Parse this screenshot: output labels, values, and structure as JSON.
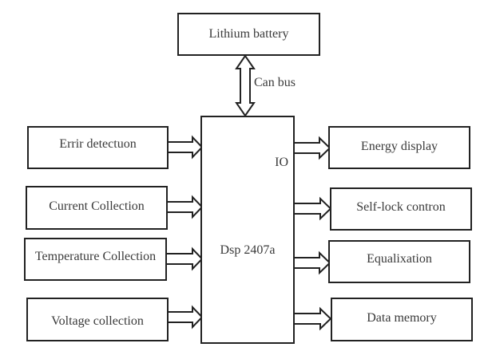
{
  "diagram": {
    "top_node": {
      "id": "lithium-battery",
      "label": "Lithium battery"
    },
    "top_link": {
      "label": "Can bus",
      "direction": "bidirectional"
    },
    "center_node": {
      "id": "dsp",
      "label": "Dsp 2407a",
      "port_label": "IO"
    },
    "inputs": [
      {
        "id": "error-detection",
        "label": "Errir detectuon"
      },
      {
        "id": "current-collection",
        "label": "Current Collection"
      },
      {
        "id": "temperature-collection",
        "label": "Temperature Collection"
      },
      {
        "id": "voltage-collection",
        "label": "Voltage collection"
      }
    ],
    "outputs": [
      {
        "id": "energy-display",
        "label": "Energy display"
      },
      {
        "id": "self-lock-control",
        "label": "Self-lock contron"
      },
      {
        "id": "equalization",
        "label": "Equalixation"
      },
      {
        "id": "data-memory",
        "label": "Data memory"
      }
    ],
    "edges": [
      {
        "from": "lithium-battery",
        "to": "dsp",
        "type": "double-arrow",
        "label": "Can bus"
      },
      {
        "from": "error-detection",
        "to": "dsp",
        "type": "hollow-arrow"
      },
      {
        "from": "current-collection",
        "to": "dsp",
        "type": "hollow-arrow"
      },
      {
        "from": "temperature-collection",
        "to": "dsp",
        "type": "hollow-arrow"
      },
      {
        "from": "voltage-collection",
        "to": "dsp",
        "type": "hollow-arrow"
      },
      {
        "from": "dsp",
        "to": "energy-display",
        "type": "hollow-arrow"
      },
      {
        "from": "dsp",
        "to": "self-lock-control",
        "type": "hollow-arrow"
      },
      {
        "from": "dsp",
        "to": "equalization",
        "type": "hollow-arrow"
      },
      {
        "from": "dsp",
        "to": "data-memory",
        "type": "hollow-arrow"
      }
    ]
  }
}
